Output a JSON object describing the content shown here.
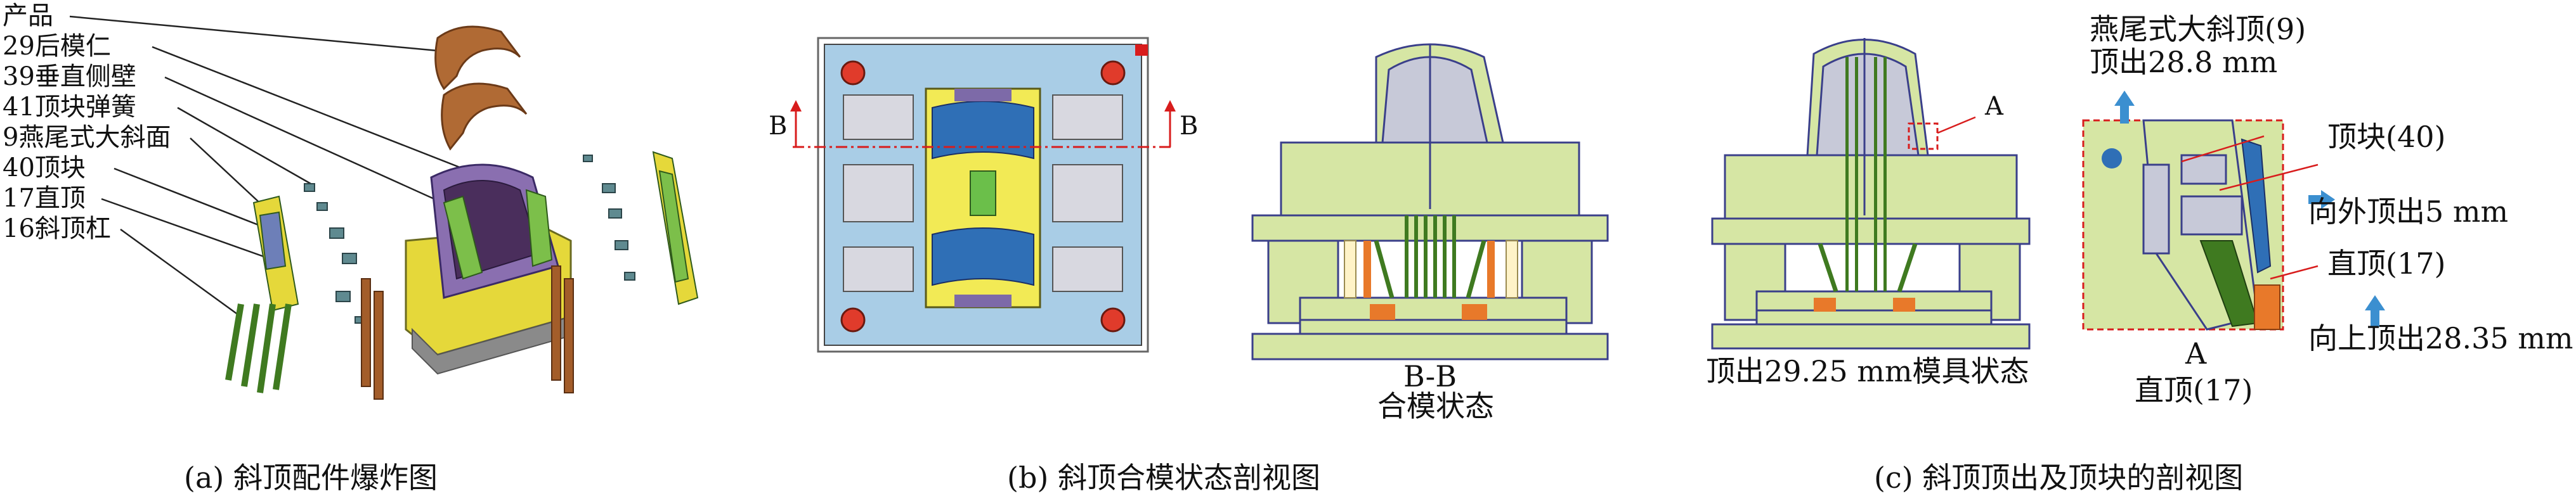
{
  "panel_a": {
    "caption": "(a) 斜顶配件爆炸图",
    "labels": [
      "产品",
      "29后模仁",
      "39垂直侧壁",
      "41顶块弹簧",
      "9燕尾式大斜面",
      "40顶块",
      "17直顶",
      "16斜顶杠"
    ]
  },
  "panel_b": {
    "caption": "(b) 斜顶合模状态剖视图",
    "section_left": "B",
    "section_right": "B",
    "section_title": "B-B",
    "section_sub": "合模状态"
  },
  "panel_c": {
    "caption": "(c) 斜顶顶出及顶块的剖视图",
    "marker_a": "A",
    "mold_state": "顶出29.25 mm模具状态",
    "dovetail": "燕尾式大斜顶(9)",
    "dovetail_eject": "顶出28.8 mm",
    "block": "顶块(40)",
    "block_eject": "向外顶出5 mm",
    "straight": "直顶(17)",
    "straight_eject": "向上顶出28.35 mm",
    "detail_title": "A",
    "detail_sub": "直顶(17)"
  },
  "colors": {
    "mold_green": "#d6e6a4",
    "mold_edge": "#3a3f8a",
    "blue_plate": "#a9cde6",
    "yellow": "#f2ea55",
    "orange": "#e8792a",
    "red_section": "#d81c1c",
    "arrow_blue": "#3b8fd0",
    "part_brown": "#b06a34"
  }
}
